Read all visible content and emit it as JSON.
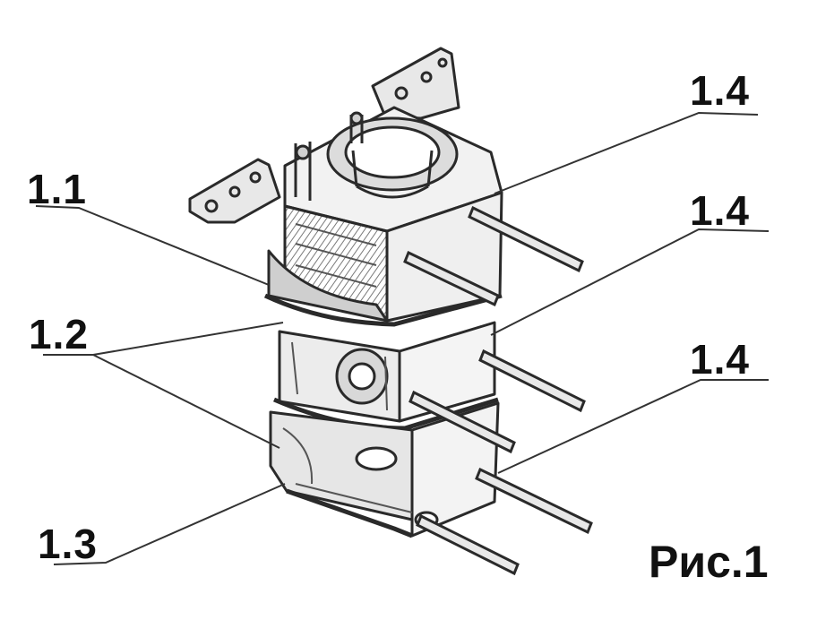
{
  "figure": {
    "caption": "Рис.1",
    "callouts": {
      "c11": "1.1",
      "c12": "1.2",
      "c13": "1.3",
      "c14a": "1.4",
      "c14b": "1.4",
      "c14c": "1.4"
    }
  },
  "colors": {
    "ink": "#111111",
    "drawing": "#3a3a3a",
    "shade": "#9a9a9a",
    "paper": "#ffffff"
  },
  "icons": [
    "crankcase-drawing"
  ]
}
